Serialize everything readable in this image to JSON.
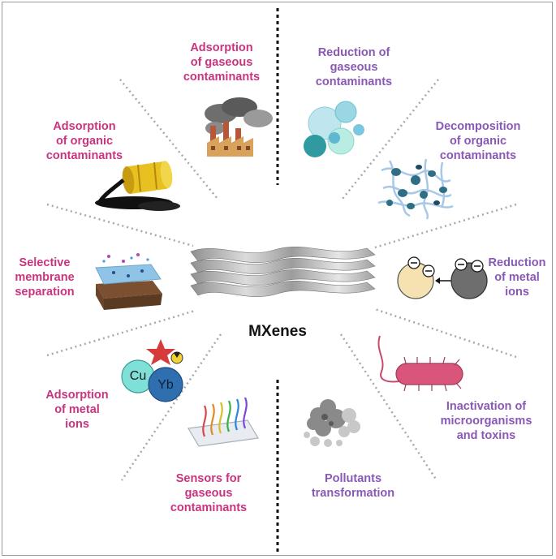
{
  "center_title": "MXenes",
  "colors": {
    "adsorption_text": "#c8347f",
    "degradation_text": "#8a58b5",
    "divider": "#111111",
    "spoke": "#a8a8a8"
  },
  "labels": {
    "adsorption_gaseous": "Adsorption\nof gaseous\ncontaminants",
    "reduction_gaseous": "Reduction of\ngaseous\ncontaminants",
    "adsorption_organic": "Adsorption\nof organic\ncontaminants",
    "decomposition_organic": "Decomposition\nof organic\ncontaminants",
    "selective_membrane": "Selective\nmembrane\nseparation",
    "reduction_metal": "Reduction\nof metal\nions",
    "adsorption_metal": "Adsorption\nof metal\nions",
    "inactivation_micro": "Inactivation of\nmicroorganisms\nand toxins",
    "sensors_gaseous": "Sensors for\ngaseous\ncontaminants",
    "pollutants_transformation": "Pollutants\ntransformation"
  },
  "icon_text": {
    "cu": "Cu",
    "yb": "Yb"
  },
  "icons": [
    "factory-icon",
    "bubbles-icon",
    "oil-barrel-icon",
    "polymer-network-icon",
    "membrane-icon",
    "ion-reduction-icon",
    "metal-ions-icon",
    "bacterium-icon",
    "sensor-icon",
    "pollutant-cloud-icon",
    "mxene-sheets-icon"
  ]
}
